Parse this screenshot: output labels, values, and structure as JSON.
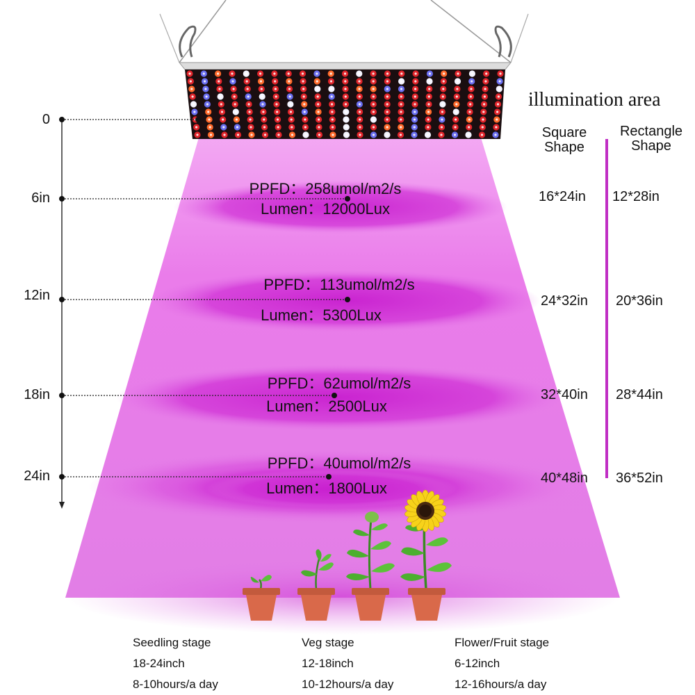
{
  "header": {
    "title": "illumination area"
  },
  "columns": {
    "square": "Square\nShape",
    "rectangle": "Rectangle\nShape"
  },
  "distances": [
    "0",
    "6in",
    "12in",
    "18in",
    "24in"
  ],
  "zones": [
    {
      "ppfd": "PPFD：258umol/m2/s",
      "lumen": "Lumen：12000Lux",
      "square": "16*24in",
      "rect": "12*28in"
    },
    {
      "ppfd": "PPFD：113umol/m2/s",
      "lumen": "Lumen：5300Lux",
      "square": "24*32in",
      "rect": "20*36in"
    },
    {
      "ppfd": "PPFD：62umol/m2/s",
      "lumen": "Lumen：2500Lux",
      "square": "32*40in",
      "rect": "28*44in"
    },
    {
      "ppfd": "PPFD：40umol/m2/s",
      "lumen": "Lumen：1800Lux",
      "square": "40*48in",
      "rect": "36*52in"
    }
  ],
  "stages": [
    {
      "name": "Seedling stage",
      "range": "18-24inch",
      "hours": "8-10hours/a day"
    },
    {
      "name": "Veg stage",
      "range": "12-18inch",
      "hours": "10-12hours/a day"
    },
    {
      "name": "Flower/Fruit stage",
      "range": "6-12inch",
      "hours": "12-16hours/a day"
    }
  ],
  "colors": {
    "light_cone": "#ea7cea",
    "light_bright": "#d22fd6",
    "divider": "#c02ec4",
    "pot": "#d9694a",
    "leaf": "#4caf2f",
    "led_red": "#e0242a",
    "led_blue": "#6a6ef0",
    "led_white": "#f4f4ff",
    "panel": "#1a0e10"
  }
}
